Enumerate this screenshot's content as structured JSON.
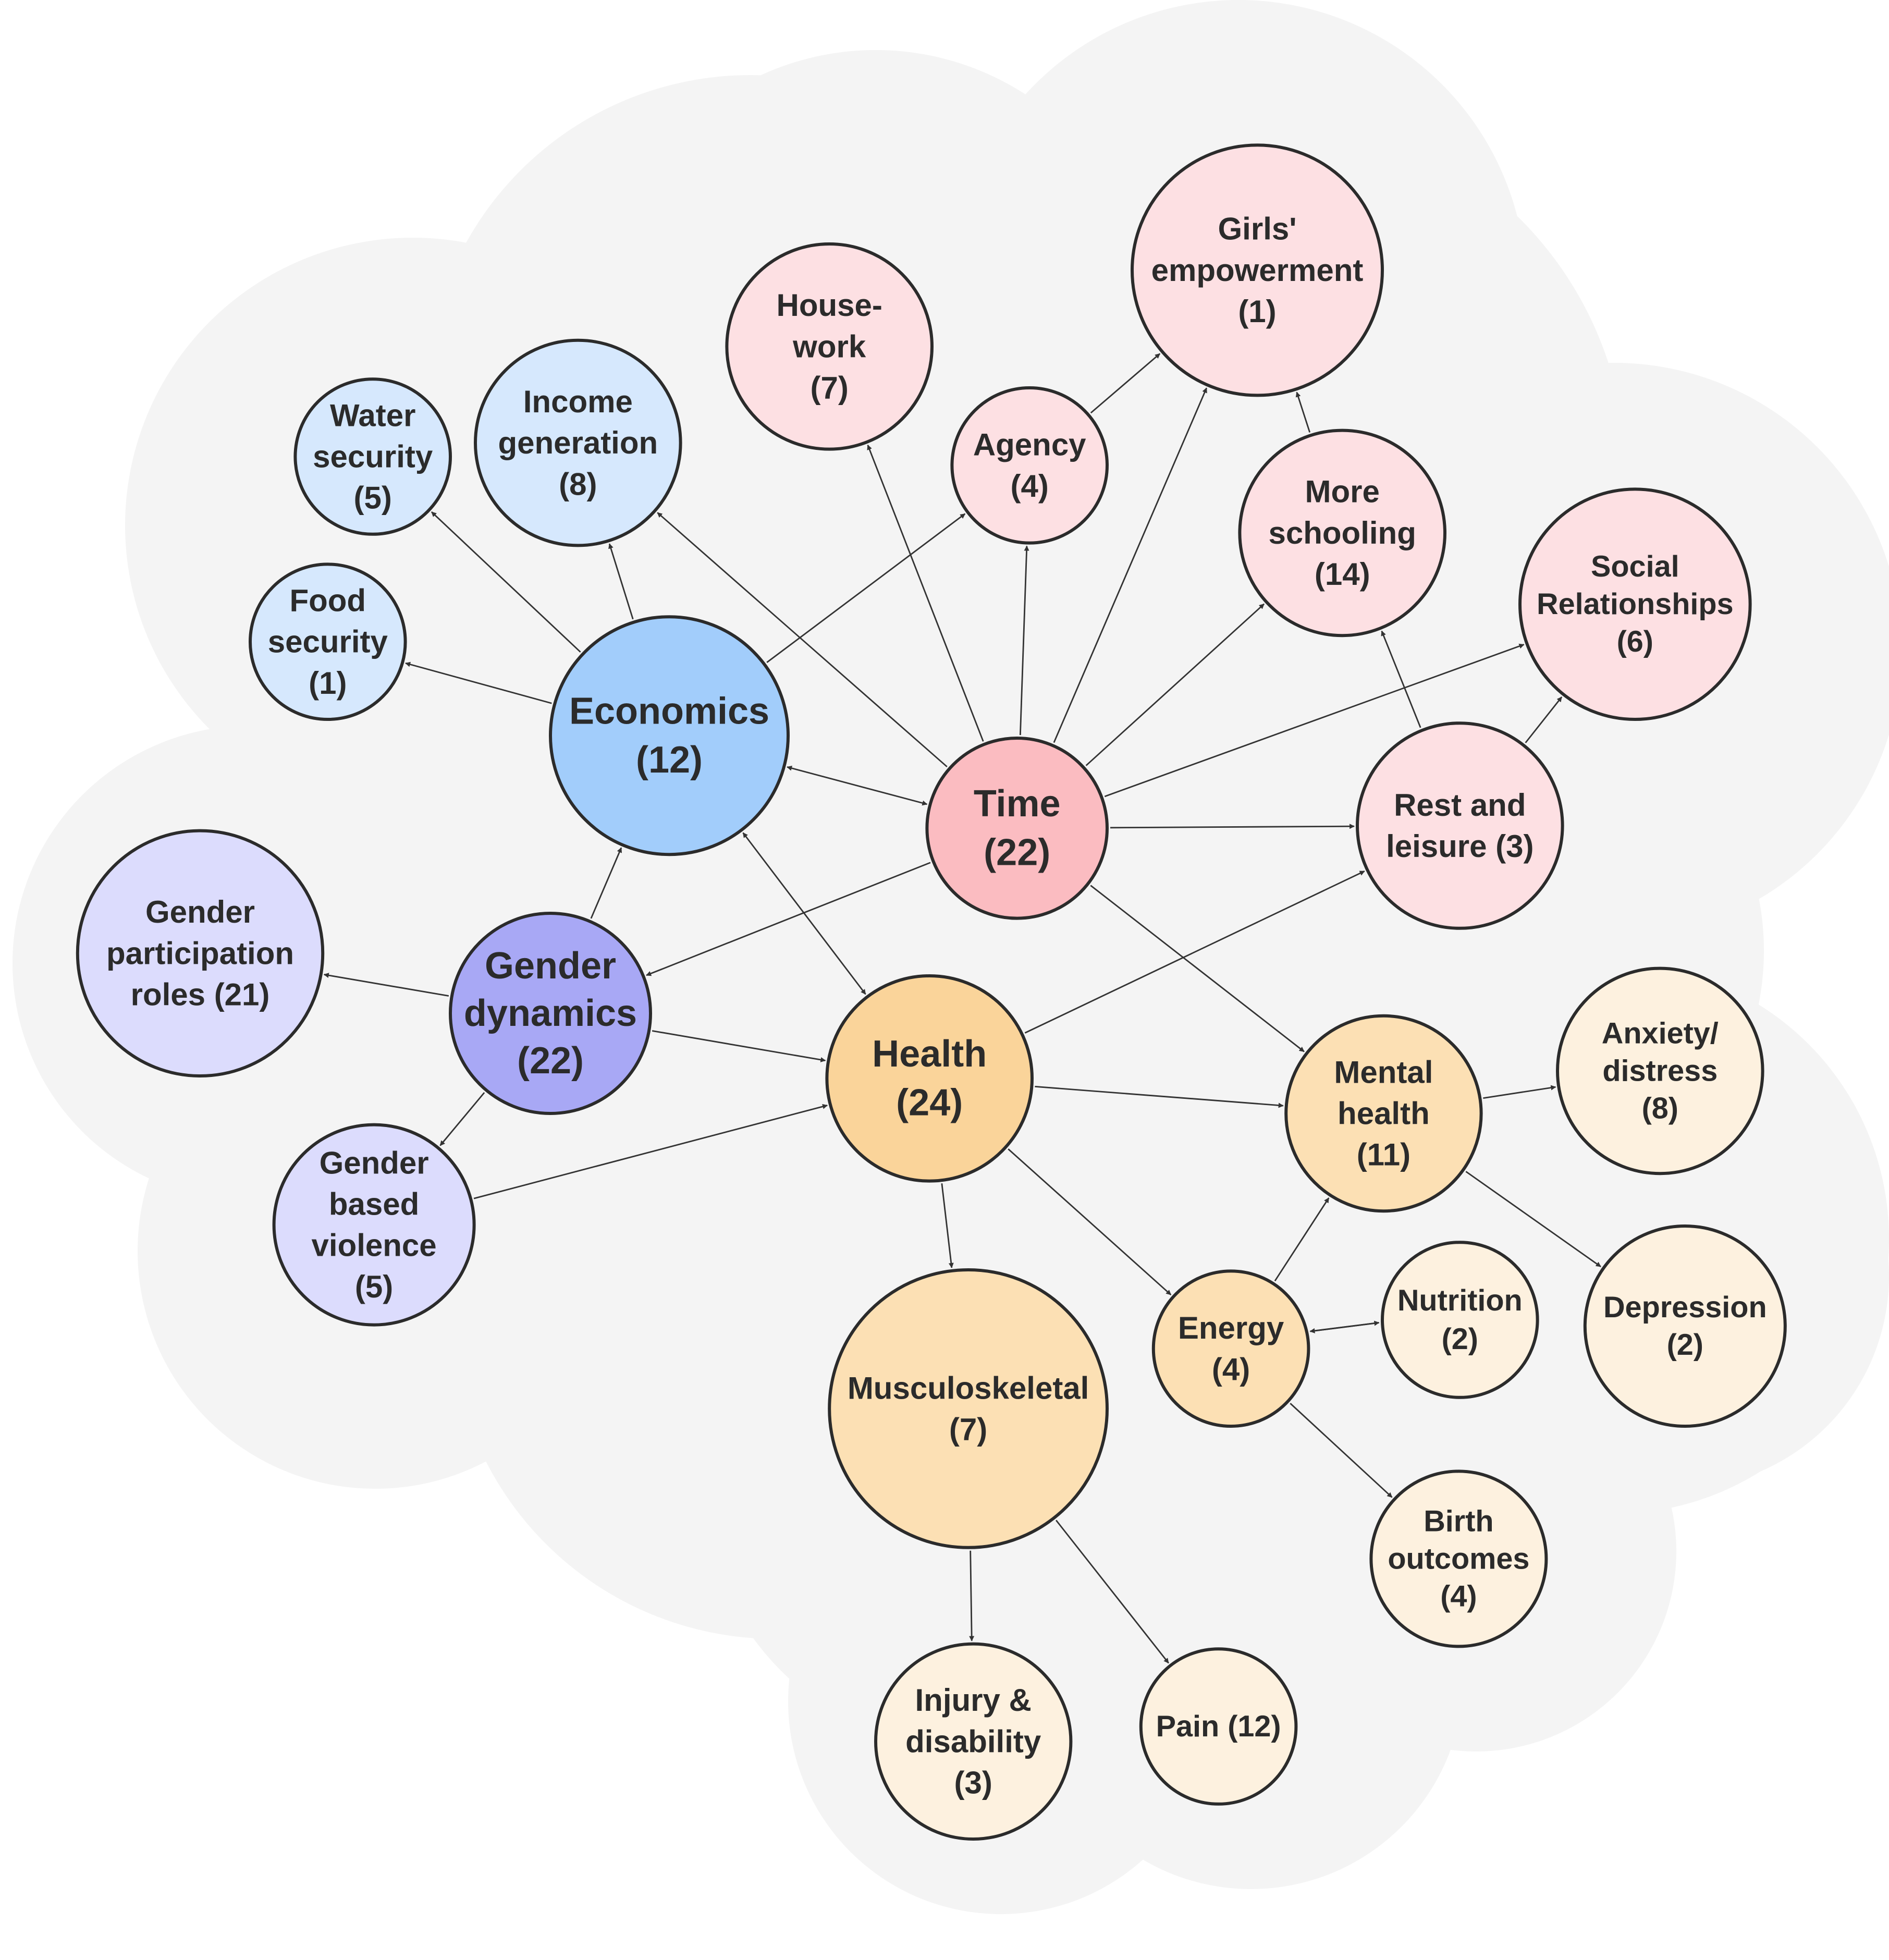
{
  "palette": {
    "economics_group": "#d6e8fd",
    "economics_core": "#a2cdfb",
    "time_group": "#fde0e3",
    "time_core": "#fbbcc1",
    "gender_group": "#dcdcfd",
    "gender_core": "#a8a8f5",
    "health_group": "#fdf1df",
    "health_core": "#fad49a",
    "health_mid": "#fce0b4",
    "background": "#f4f4f4",
    "stroke": "#2b2b2b"
  },
  "nodes": [
    {
      "id": "economics",
      "name": "node-economics",
      "lines": [
        "Economics",
        "(12)"
      ],
      "color": "economics_core"
    },
    {
      "id": "time",
      "name": "node-time",
      "lines": [
        "Time",
        "(22)"
      ],
      "color": "time_core"
    },
    {
      "id": "health",
      "name": "node-health",
      "lines": [
        "Health",
        "(24)"
      ],
      "color": "health_core"
    },
    {
      "id": "gender_dynamics",
      "name": "node-gender-dynamics",
      "lines": [
        "Gender",
        "dynamics",
        "(22)"
      ],
      "color": "gender_core"
    },
    {
      "id": "water_security",
      "name": "node-water-security",
      "lines": [
        "Water",
        "security",
        "(5)"
      ],
      "color": "economics_group"
    },
    {
      "id": "income_generation",
      "name": "node-income-generation",
      "lines": [
        "Income",
        "generation",
        "(8)"
      ],
      "color": "economics_group"
    },
    {
      "id": "food_security",
      "name": "node-food-security",
      "lines": [
        "Food",
        "security",
        "(1)"
      ],
      "color": "economics_group"
    },
    {
      "id": "housework",
      "name": "node-housework",
      "lines": [
        "House-",
        "work",
        "(7)"
      ],
      "color": "time_group"
    },
    {
      "id": "agency",
      "name": "node-agency",
      "lines": [
        "Agency",
        "(4)"
      ],
      "color": "time_group"
    },
    {
      "id": "girls_empowerment",
      "name": "node-girls-empowerment",
      "lines": [
        "Girls'",
        "empowerment",
        "(1)"
      ],
      "color": "time_group"
    },
    {
      "id": "more_schooling",
      "name": "node-more-schooling",
      "lines": [
        "More",
        "schooling",
        "(14)"
      ],
      "color": "time_group"
    },
    {
      "id": "social_relationships",
      "name": "node-social-relationships",
      "lines": [
        "Social",
        "Relationships",
        "(6)"
      ],
      "color": "time_group"
    },
    {
      "id": "rest_leisure",
      "name": "node-rest-and-leisure",
      "lines": [
        "Rest and",
        "leisure (3)"
      ],
      "color": "time_group"
    },
    {
      "id": "gender_participation",
      "name": "node-gender-participation-roles",
      "lines": [
        "Gender",
        "participation",
        "roles (21)"
      ],
      "color": "gender_group"
    },
    {
      "id": "gender_violence",
      "name": "node-gender-based-violence",
      "lines": [
        "Gender",
        "based",
        "violence",
        "(5)"
      ],
      "color": "gender_group"
    },
    {
      "id": "mental_health",
      "name": "node-mental-health",
      "lines": [
        "Mental",
        "health",
        "(11)"
      ],
      "color": "health_mid"
    },
    {
      "id": "anxiety",
      "name": "node-anxiety-distress",
      "lines": [
        "Anxiety/",
        "distress",
        "(8)"
      ],
      "color": "health_group"
    },
    {
      "id": "depression",
      "name": "node-depression",
      "lines": [
        "Depression",
        "(2)"
      ],
      "color": "health_group"
    },
    {
      "id": "energy",
      "name": "node-energy",
      "lines": [
        "Energy",
        "(4)"
      ],
      "color": "health_mid"
    },
    {
      "id": "nutrition",
      "name": "node-nutrition",
      "lines": [
        "Nutrition",
        "(2)"
      ],
      "color": "health_group"
    },
    {
      "id": "birth_outcomes",
      "name": "node-birth-outcomes",
      "lines": [
        "Birth",
        "outcomes",
        "(4)"
      ],
      "color": "health_group"
    },
    {
      "id": "musculoskeletal",
      "name": "node-musculoskeletal",
      "lines": [
        "Musculoskeletal",
        "(7)"
      ],
      "color": "health_mid"
    },
    {
      "id": "injury",
      "name": "node-injury-disability",
      "lines": [
        "Injury &",
        "disability",
        "(3)"
      ],
      "color": "health_group"
    },
    {
      "id": "pain",
      "name": "node-pain",
      "lines": [
        "Pain (12)"
      ],
      "color": "health_group"
    }
  ],
  "edges": [
    {
      "from": "economics",
      "to": "water_security"
    },
    {
      "from": "economics",
      "to": "income_generation"
    },
    {
      "from": "economics",
      "to": "food_security"
    },
    {
      "from": "economics",
      "to": "agency"
    },
    {
      "from": "economics",
      "to": "time",
      "both": true
    },
    {
      "from": "economics",
      "to": "health",
      "both": true
    },
    {
      "from": "time",
      "to": "income_generation"
    },
    {
      "from": "time",
      "to": "housework"
    },
    {
      "from": "time",
      "to": "agency"
    },
    {
      "from": "time",
      "to": "girls_empowerment"
    },
    {
      "from": "time",
      "to": "more_schooling"
    },
    {
      "from": "time",
      "to": "social_relationships"
    },
    {
      "from": "time",
      "to": "rest_leisure"
    },
    {
      "from": "time",
      "to": "gender_dynamics"
    },
    {
      "from": "time",
      "to": "mental_health"
    },
    {
      "from": "agency",
      "to": "girls_empowerment"
    },
    {
      "from": "more_schooling",
      "to": "girls_empowerment"
    },
    {
      "from": "rest_leisure",
      "to": "more_schooling"
    },
    {
      "from": "rest_leisure",
      "to": "social_relationships"
    },
    {
      "from": "gender_dynamics",
      "to": "economics"
    },
    {
      "from": "gender_dynamics",
      "to": "gender_participation"
    },
    {
      "from": "gender_dynamics",
      "to": "health"
    },
    {
      "from": "gender_dynamics",
      "to": "gender_violence"
    },
    {
      "from": "gender_violence",
      "to": "health"
    },
    {
      "from": "health",
      "to": "rest_leisure"
    },
    {
      "from": "health",
      "to": "mental_health"
    },
    {
      "from": "health",
      "to": "energy"
    },
    {
      "from": "health",
      "to": "musculoskeletal"
    },
    {
      "from": "mental_health",
      "to": "anxiety"
    },
    {
      "from": "mental_health",
      "to": "depression"
    },
    {
      "from": "energy",
      "to": "mental_health"
    },
    {
      "from": "energy",
      "to": "nutrition"
    },
    {
      "from": "nutrition",
      "to": "energy"
    },
    {
      "from": "energy",
      "to": "birth_outcomes"
    },
    {
      "from": "musculoskeletal",
      "to": "injury"
    },
    {
      "from": "musculoskeletal",
      "to": "pain"
    }
  ]
}
